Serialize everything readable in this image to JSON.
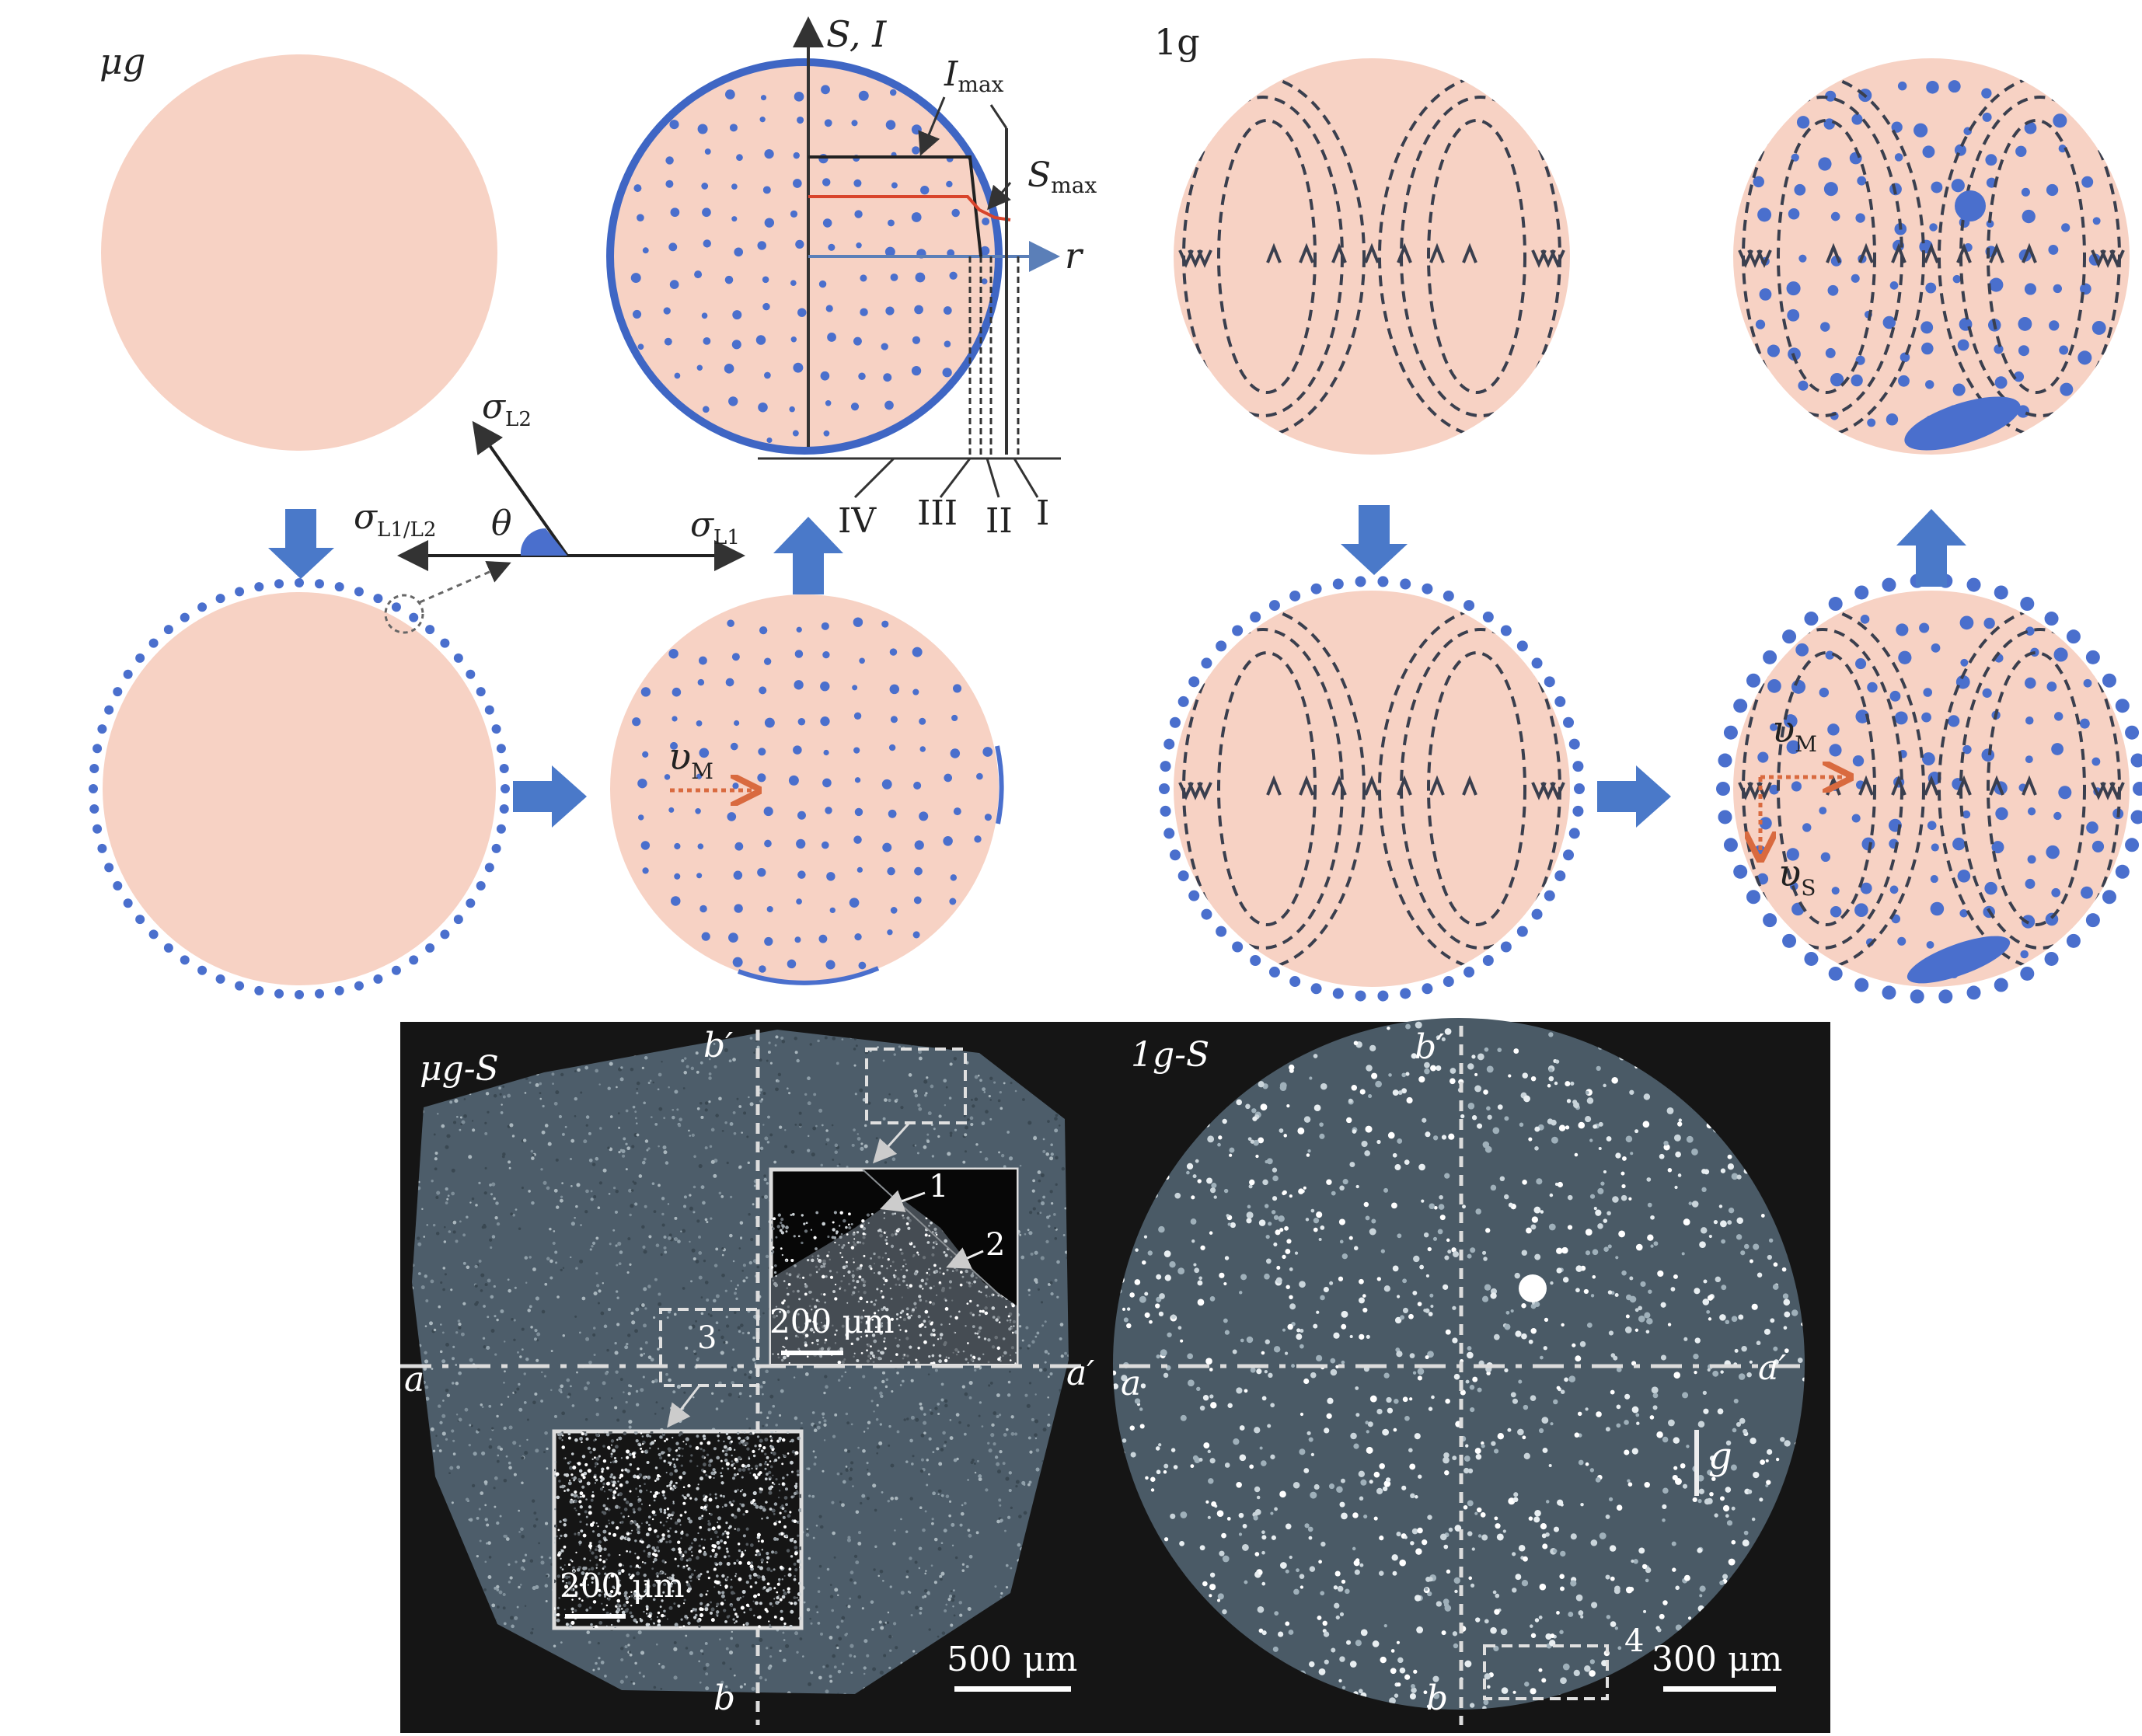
{
  "colors": {
    "drop": "#f7d2c4",
    "particle": "#4a6fcd",
    "flow": "#3a3f4e",
    "velocity": "#d96a3f",
    "block_arrow": "#4a79c9",
    "micrograph_bg": "#151515",
    "micrograph_disc": "#4d5d6a"
  },
  "top_left": {
    "panel_label": "μg",
    "theta": "θ",
    "sigma_L2": "σ",
    "sigma_L2_sub": "L2",
    "sigma_L1L2": "σ",
    "sigma_L1L2_sub": "L1/L2",
    "sigma_L1": "σ",
    "sigma_L1_sub": "L1",
    "v_main": "υ",
    "v_main_sub": "M",
    "axis_y": "S, I",
    "axis_x": "r",
    "I_max": "I",
    "I_max_sub": "max",
    "S_max": "S",
    "S_max_sub": "max",
    "zones": [
      "IV",
      "III",
      "II",
      "I"
    ]
  },
  "top_right": {
    "panel_label": "1g",
    "v_main": "υ",
    "v_main_sub": "M",
    "v_sed": "υ",
    "v_sed_sub": "S"
  },
  "bottom_left": {
    "label_main": "μg-S",
    "b_prime": "b′",
    "b": "b",
    "a": "a",
    "a_prime": "a′",
    "inset1_num1": "1",
    "inset1_num2": "2",
    "inset1_scale": "200 μm",
    "inset2_num": "3",
    "inset2_scale": "200 μm",
    "scale": "500 μm"
  },
  "bottom_right": {
    "label_main": "1g-S",
    "b_prime": "b′",
    "b": "b",
    "a": "a",
    "a_prime": "a′",
    "g_label": "g",
    "box_num": "4",
    "scale": "300 μm"
  }
}
